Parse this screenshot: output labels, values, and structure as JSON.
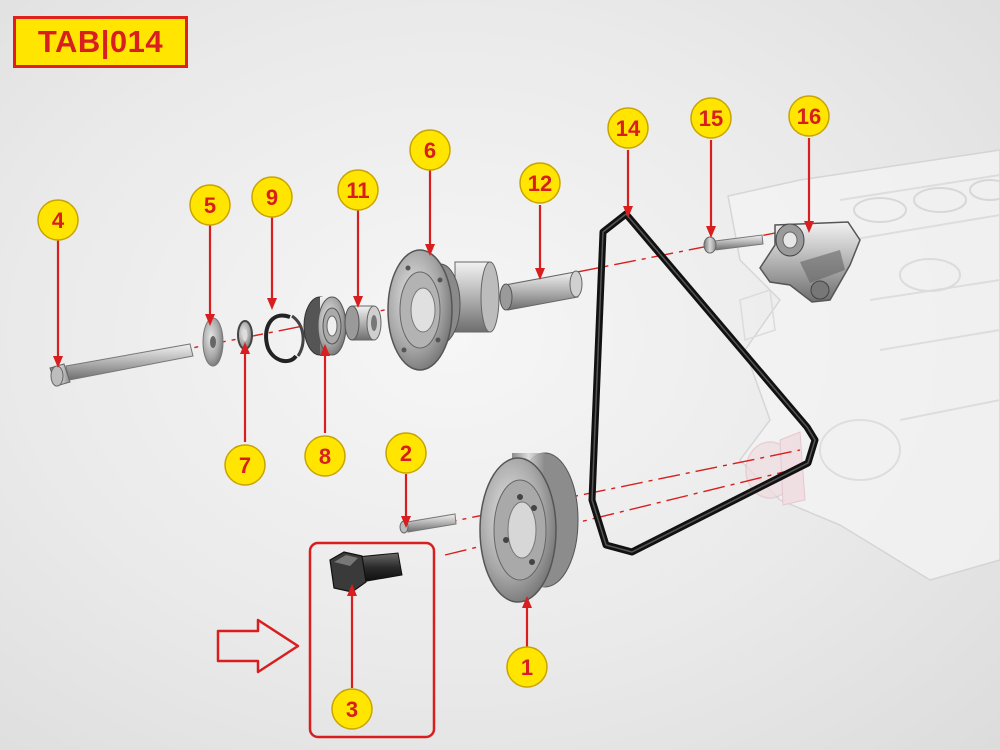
{
  "tab_label": "TAB|014",
  "callouts": [
    "1",
    "2",
    "3",
    "4",
    "5",
    "6",
    "7",
    "8",
    "9",
    "11",
    "12",
    "14",
    "15",
    "16"
  ],
  "colors": {
    "label_bg": "#ffe500",
    "label_text": "#d81e1e",
    "highlight": "#d81e1e"
  },
  "icons": {
    "pointer": "right-arrow-icon"
  }
}
